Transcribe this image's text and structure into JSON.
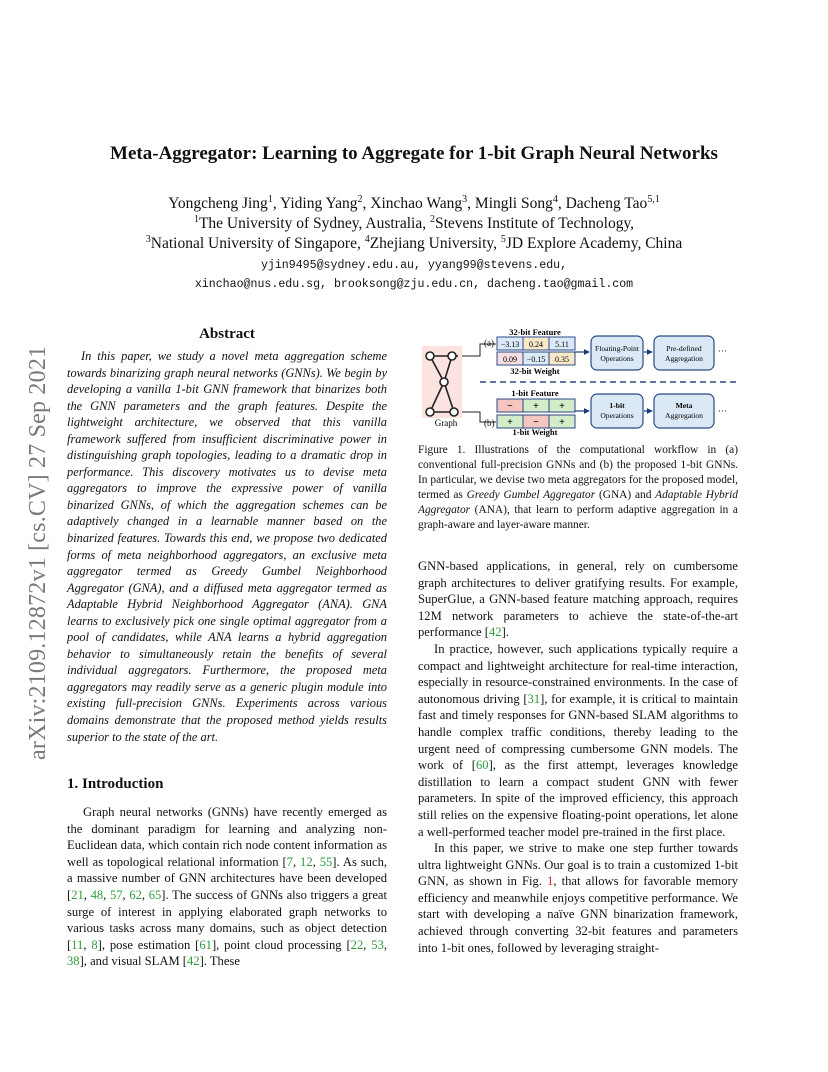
{
  "arxiv_id": "arXiv:2109.12872v1  [cs.CV]  27 Sep 2021",
  "title": "Meta-Aggregator: Learning to Aggregate for 1-bit Graph Neural Networks",
  "authors": [
    {
      "name": "Yongcheng Jing",
      "sup": "1"
    },
    {
      "name": "Yiding Yang",
      "sup": "2"
    },
    {
      "name": "Xinchao Wang",
      "sup": "3"
    },
    {
      "name": "Mingli Song",
      "sup": "4"
    },
    {
      "name": "Dacheng Tao",
      "sup": "5,1"
    }
  ],
  "affiliations_line1": [
    {
      "sup": "1",
      "text": "The University of Sydney, Australia, "
    },
    {
      "sup": "2",
      "text": "Stevens Institute of Technology,"
    }
  ],
  "affiliations_line2": [
    {
      "sup": "3",
      "text": "National University of Singapore, "
    },
    {
      "sup": "4",
      "text": "Zhejiang University, "
    },
    {
      "sup": "5",
      "text": "JD Explore Academy, China"
    }
  ],
  "emails_line1": "yjin9495@sydney.edu.au, yyang99@stevens.edu,",
  "emails_line2": "xinchao@nus.edu.sg, brooksong@zju.edu.cn, dacheng.tao@gmail.com",
  "abstract_heading": "Abstract",
  "abstract": "In this paper, we study a novel meta aggregation scheme towards binarizing graph neural networks (GNNs). We begin by developing a vanilla 1-bit GNN framework that binarizes both the GNN parameters and the graph features. Despite the lightweight architecture, we observed that this vanilla framework suffered from insufficient discriminative power in distinguishing graph topologies, leading to a dramatic drop in performance. This discovery motivates us to devise meta aggregators to improve the expressive power of vanilla binarized GNNs, of which the aggregation schemes can be adaptively changed in a learnable manner based on the binarized features. Towards this end, we propose two dedicated forms of meta neighborhood aggregators, an exclusive meta aggregator termed as Greedy Gumbel Neighborhood Aggregator (GNA), and a diffused meta aggregator termed as Adaptable Hybrid Neighborhood Aggregator (ANA). GNA learns to exclusively pick one single optimal aggregator from a pool of candidates, while ANA learns a hybrid aggregation behavior to simultaneously retain the benefits of several individual aggregators. Furthermore, the proposed meta aggregators may readily serve as a generic plugin module into existing full-precision GNNs. Experiments across various domains demonstrate that the proposed method yields results superior to the state of the art.",
  "intro_heading": "1. Introduction",
  "intro_p1": [
    {
      "t": "Graph neural networks (GNNs) have recently emerged as the dominant paradigm for learning and analyzing non-Euclidean data, which contain rich node content information as well as topological relational information ["
    },
    {
      "r": "7"
    },
    {
      "t": ", "
    },
    {
      "r": "12"
    },
    {
      "t": ", "
    },
    {
      "r": "55"
    },
    {
      "t": "]. As such, a massive number of GNN architectures have been developed ["
    },
    {
      "r": "21"
    },
    {
      "t": ", "
    },
    {
      "r": "48"
    },
    {
      "t": ", "
    },
    {
      "r": "57"
    },
    {
      "t": ", "
    },
    {
      "r": "62"
    },
    {
      "t": ", "
    },
    {
      "r": "65"
    },
    {
      "t": "].  The success of GNNs also triggers a great surge of interest in applying elaborated graph networks to various tasks across many domains, such as object detection ["
    },
    {
      "r": "11"
    },
    {
      "t": ", "
    },
    {
      "r": "8"
    },
    {
      "t": "], pose estimation ["
    },
    {
      "r": "61"
    },
    {
      "t": "], point cloud processing ["
    },
    {
      "r": "22"
    },
    {
      "t": ", "
    },
    {
      "r": "53"
    },
    {
      "t": ", "
    },
    {
      "r": "38"
    },
    {
      "t": "], and visual SLAM ["
    },
    {
      "r": "42"
    },
    {
      "t": "]. These"
    }
  ],
  "right_p1": [
    {
      "t": "GNN-based applications, in general, rely on cumbersome graph architectures to deliver gratifying results. For example, SuperGlue, a GNN-based feature matching approach, requires 12M network parameters to achieve the state-of-the-art performance ["
    },
    {
      "r": "42"
    },
    {
      "t": "]."
    }
  ],
  "right_p2": [
    {
      "t": "In practice, however, such applications typically require a compact and lightweight architecture for real-time interaction, especially in resource-constrained environments. In the case of autonomous driving ["
    },
    {
      "r": "31"
    },
    {
      "t": "], for example, it is critical to maintain fast and timely responses for GNN-based SLAM algorithms to handle complex traffic conditions, thereby leading to the urgent need of compressing cumbersome GNN models. The work of ["
    },
    {
      "r": "60"
    },
    {
      "t": "], as the first attempt, leverages knowledge distillation to learn a compact student GNN with fewer parameters. In spite of the improved efficiency, this approach still relies on the expensive floating-point operations, let alone a well-performed teacher model pre-trained in the first place."
    }
  ],
  "right_p3": [
    {
      "t": "In this paper, we strive to make one step further towards ultra lightweight GNNs. Our goal is to train a customized 1-bit GNN, as shown in Fig. "
    },
    {
      "f": "1"
    },
    {
      "t": ", that allows for favorable memory efficiency and meanwhile enjoys competitive performance. We start with developing a naïve GNN binarization framework, achieved through converting 32-bit features and parameters into 1-bit ones, followed by leveraging straight-"
    }
  ],
  "figure": {
    "label_a": "(a)",
    "label_b": "(b)",
    "graph_label": "Graph",
    "feat32_label": "32-bit Feature",
    "weight32_label": "32-bit Weight",
    "feat1_label": "1-bit Feature",
    "weight1_label": "1-bit Weight",
    "feat32_values": [
      "−3.13",
      "0.24",
      "5.11"
    ],
    "weight32_values": [
      "0.09",
      "−0.15",
      "0.35"
    ],
    "feat1_values": [
      "−",
      "+",
      "+"
    ],
    "weight1_values": [
      "+",
      "−",
      "+"
    ],
    "fp_ops_line1": "Floating-Point",
    "fp_ops_line2": "Operations",
    "predef_line1": "Pre-defined",
    "predef_line2": "Aggregation",
    "onebit_line1": "1-bit",
    "onebit_line2": "Operations",
    "meta_line1": "Meta",
    "meta_line2": "Aggregation",
    "ellipsis": "···",
    "colors": {
      "box_fill": "#dbe8f5",
      "box_stroke": "#2b4a86",
      "red_fill": "#f5c6c0",
      "green_fill": "#d3ecc9",
      "node_pink": "#fde3df",
      "dash": "#2b4a86"
    }
  },
  "caption": [
    {
      "t": "Figure 1. Illustrations of the computational workflow in (a) conventional full-precision GNNs and (b) the proposed 1-bit GNNs. In particular, we devise two meta aggregators for the proposed model, termed as "
    },
    {
      "i": "Greedy Gumbel Aggregator"
    },
    {
      "t": " (GNA) and "
    },
    {
      "i": "Adaptable Hybrid Aggregator"
    },
    {
      "t": " (ANA), that learn to perform adaptive aggregation in a graph-aware and layer-aware manner."
    }
  ]
}
